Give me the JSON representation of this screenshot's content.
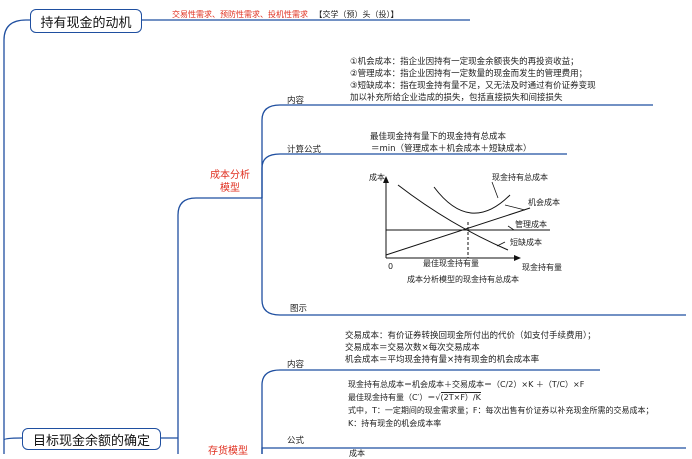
{
  "node_motive": {
    "title": "持有现金的动机",
    "needs": "交易性需求、预防性需求、投机性需求",
    "exam": "【交学（预）头（投）】"
  },
  "node_target": {
    "title": "目标现金余额的确定"
  },
  "cost_model": {
    "title_line1": "成本分析",
    "title_line2": "模型",
    "content": {
      "label": "内容",
      "lines": [
        "①机会成本：指企业因持有一定现金余额丧失的再投资收益；",
        "②管理成本：指企业因持有一定数量的现金而发生的管理费用；",
        "③短缺成本：指在现金持有量不足，又无法及时通过有价证券变现",
        "加以补充所给企业造成的损失，包括直接损失和间接损失"
      ]
    },
    "formula": {
      "label": "计算公式",
      "line1": "最佳现金持有量下的现金持有总成本",
      "line2": "＝min（管理成本＋机会成本＋短缺成本）"
    },
    "figure": {
      "label": "图示",
      "y_axis": "成本",
      "origin": "0",
      "x_axis": "现金持有量",
      "optimal": "最佳现金持有量",
      "caption": "成本分析模型的现金持有总成本",
      "curve_total": "现金持有总成本",
      "curve_opportunity": "机会成本",
      "curve_management": "管理成本",
      "curve_shortage": "短缺成本"
    }
  },
  "inventory_model": {
    "title": "存货模型",
    "content": {
      "label": "内容",
      "lines": [
        "交易成本：有价证券转换回现金所付出的代价（如支付手续费用）；",
        "交易成本＝交易次数×每次交易成本",
        "机会成本＝平均现金持有量×持有现金的机会成本率"
      ]
    },
    "formula": {
      "label": "公式",
      "line1": "现金持有总成本＝机会成本＋交易成本＝（C/2）×K ＋（T/C）×F",
      "line2_prefix": "最佳现金持有量（C′）＝",
      "line2_radical": "(2T×F）/K",
      "line3": "式中，T：一定期间的现金需求量；F：每次出售有价证券以补充现金所需的交易成本；",
      "line4": "K：持有现金的机会成本率"
    },
    "figure_y_axis": "成本"
  },
  "colors": {
    "line": "#1f4fa0",
    "accent": "#e03020"
  }
}
